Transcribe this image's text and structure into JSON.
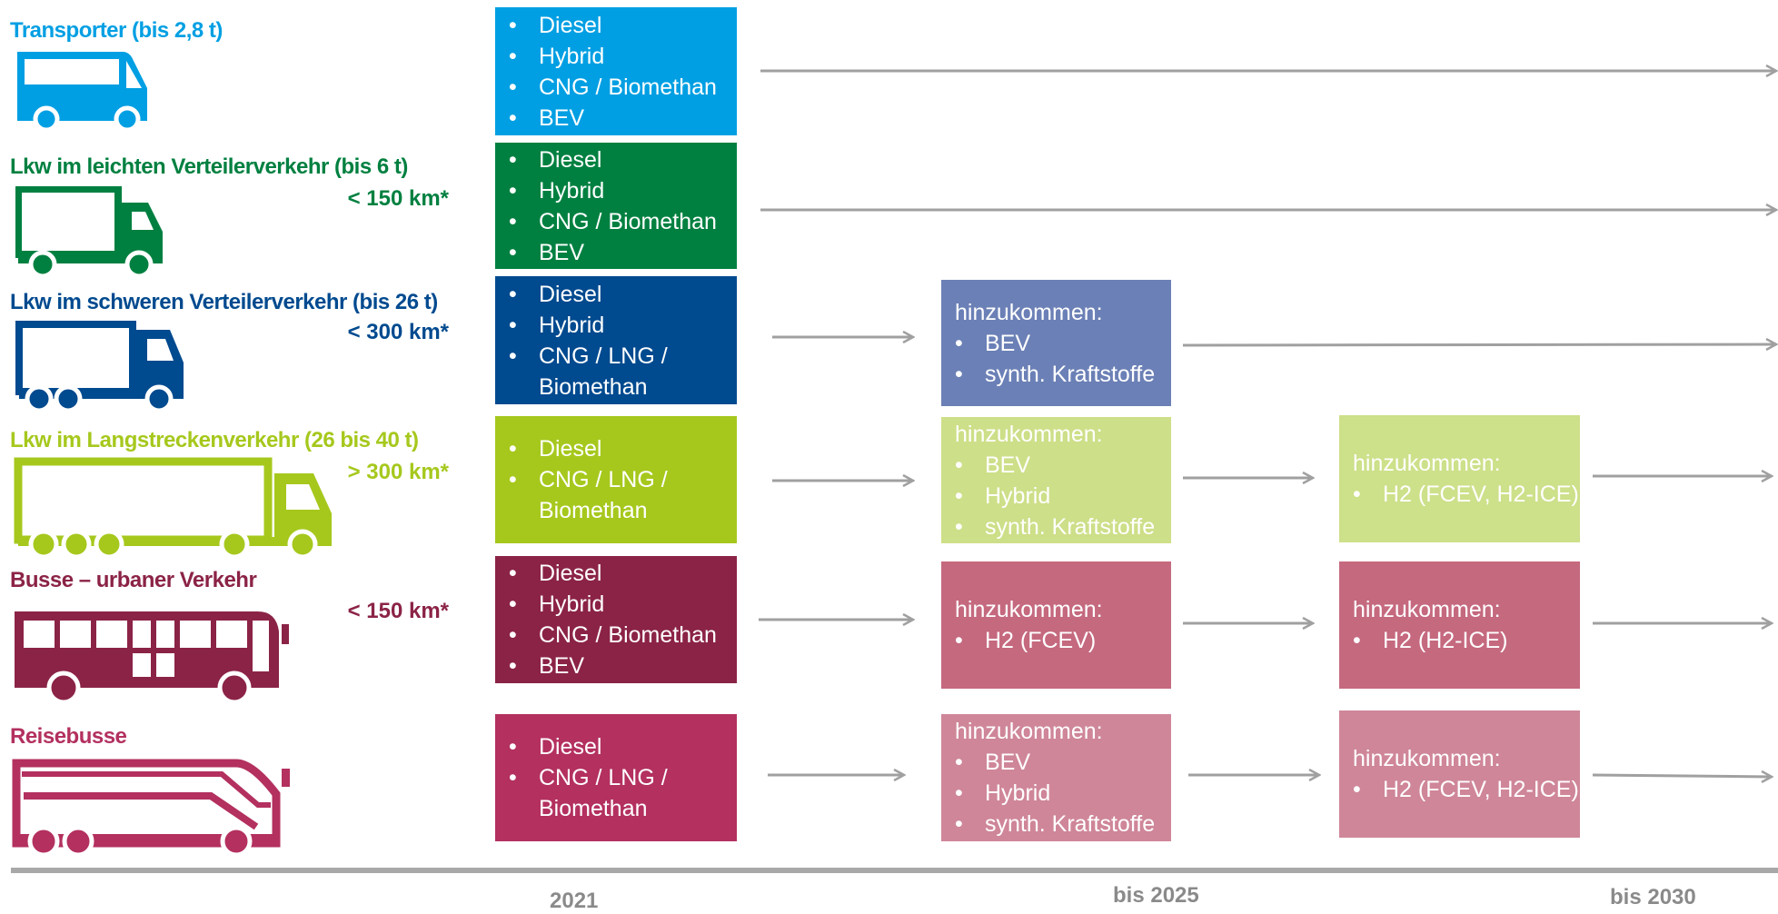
{
  "vehicles": {
    "transporter": {
      "label": "Transporter (bis 2,8 t)",
      "color": "#009fe3",
      "icon": "van-icon"
    },
    "light": {
      "label": "Lkw im leichten Verteilerverkehr (bis 6 t)",
      "range": "< 150 km*",
      "color": "#008040",
      "icon": "light-truck-icon"
    },
    "heavy": {
      "label": "Lkw im schweren Verteilerverkehr (bis 26 t)",
      "range": "< 300 km*",
      "color": "#004a8f",
      "icon": "heavy-truck-icon"
    },
    "long": {
      "label": "Lkw im Langstreckenverkehr (26 bis 40 t)",
      "range": "> 300 km*",
      "color": "#a6c81d",
      "icon": "long-haul-truck-icon"
    },
    "urbanbus": {
      "label": "Busse – urbaner Verkehr",
      "range": "< 150 km*",
      "color": "#8b2347",
      "icon": "city-bus-icon"
    },
    "coach": {
      "label": "Reisebusse",
      "color": "#b3305f",
      "icon": "coach-icon"
    }
  },
  "today": {
    "transporter": [
      "Diesel",
      "Hybrid",
      "CNG / Biomethan",
      "BEV"
    ],
    "light": [
      "Diesel",
      "Hybrid",
      "CNG / Biomethan",
      "BEV"
    ],
    "heavy": [
      "Diesel",
      "Hybrid",
      "CNG / LNG /",
      "Biomethan"
    ],
    "long": [
      "Diesel",
      "CNG / LNG /",
      "Biomethan"
    ],
    "urbanbus": [
      "Diesel",
      "Hybrid",
      "CNG / Biomethan",
      "BEV"
    ],
    "coach": [
      "Diesel",
      "CNG / LNG /",
      "Biomethan"
    ]
  },
  "additions": {
    "heading": "hinzukommen:",
    "heavy_2025": [
      "BEV",
      "synth. Kraftstoffe"
    ],
    "long_2025": [
      "BEV",
      "Hybrid",
      "synth. Kraftstoffe"
    ],
    "long_2030": [
      "H2 (FCEV, H2-ICE)"
    ],
    "urbanbus_2025": [
      "H2 (FCEV)"
    ],
    "urbanbus_2030": [
      "H2 (H2-ICE)"
    ],
    "coach_2025": [
      "BEV",
      "Hybrid",
      "synth. Kraftstoffe"
    ],
    "coach_2030": [
      "H2 (FCEV, H2-ICE)"
    ]
  },
  "box_colors": {
    "heavy_2025": "#6b80b6",
    "long_2025": "#cddf88",
    "long_2030": "#cde08a",
    "urbanbus": "#c5697f",
    "coach": "#cf8699"
  },
  "timeline": {
    "y2021": "2021",
    "y2025": "bis 2025",
    "y2030": "bis 2030",
    "axis_color": "#a8a8a8",
    "arrow_color": "#a0a0a0"
  }
}
